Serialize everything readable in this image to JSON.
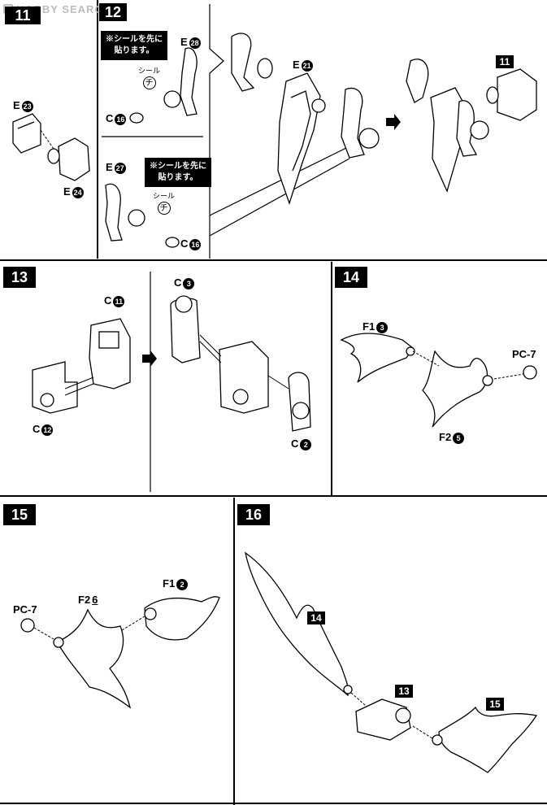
{
  "watermark": "HOBBY SEARCH",
  "steps": {
    "s11": "11",
    "s12": "12",
    "s13": "13",
    "s14": "14",
    "s15": "15",
    "s16": "16"
  },
  "step11": {
    "parts": [
      {
        "letter": "E",
        "num": "23"
      },
      {
        "letter": "E",
        "num": "24"
      }
    ]
  },
  "step12": {
    "note_line1": "※シールを先に",
    "note_line2": "貼ります。",
    "seal_label": "シール",
    "seal_char": "チ",
    "parts_top": [
      {
        "letter": "E",
        "num": "28"
      },
      {
        "letter": "C",
        "num": "16"
      }
    ],
    "parts_bottom": [
      {
        "letter": "E",
        "num": "27"
      },
      {
        "letter": "C",
        "num": "16"
      }
    ],
    "part_e21": {
      "letter": "E",
      "num": "21"
    },
    "ref_step": "11"
  },
  "step13": {
    "parts": [
      {
        "letter": "C",
        "num": "11"
      },
      {
        "letter": "C",
        "num": "12"
      },
      {
        "letter": "C",
        "num": "3"
      },
      {
        "letter": "C",
        "num": "2"
      }
    ]
  },
  "step14": {
    "parts": [
      {
        "letter": "F1",
        "num": "3"
      },
      {
        "letter": "F2",
        "num": "5"
      }
    ],
    "pc": "PC-7"
  },
  "step15": {
    "parts": [
      {
        "letter": "F1",
        "num": "2"
      },
      {
        "letter": "F2",
        "num": "6"
      }
    ],
    "pc": "PC-7"
  },
  "step16": {
    "refs": [
      "14",
      "13",
      "15"
    ]
  }
}
